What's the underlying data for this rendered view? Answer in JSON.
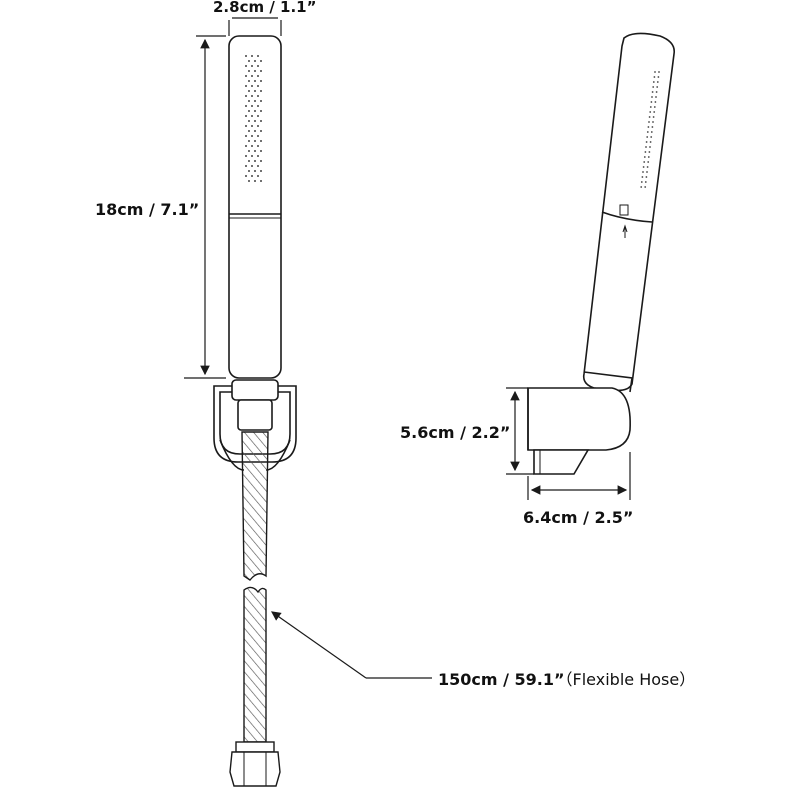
{
  "dimensions": {
    "handshower_width": "2.8cm / 1.1”",
    "handshower_length": "18cm / 7.1”",
    "bracket_height": "5.6cm / 2.2”",
    "bracket_width": "6.4cm / 2.5”",
    "hose_length": "150cm / 59.1”",
    "hose_note": "（Flexible Hose）"
  },
  "colors": {
    "line": "#1a1a1a",
    "hatch": "#555555"
  }
}
